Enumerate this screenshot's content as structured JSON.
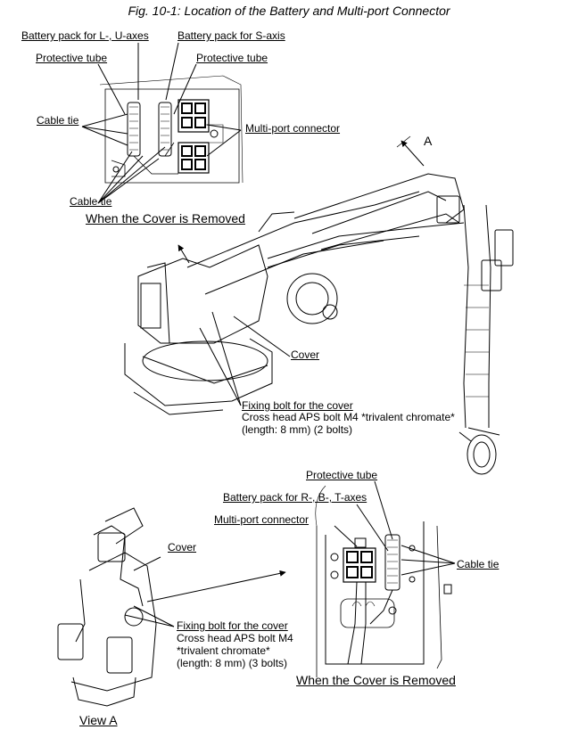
{
  "figure": {
    "title": "Fig. 10-1: Location of the Battery and Multi-port Connector"
  },
  "top_detail": {
    "battery_lu": "Battery pack for L-, U-axes",
    "battery_s": "Battery pack for S-axis",
    "tube_left": "Protective tube",
    "tube_right": "Protective tube",
    "cable_tie_upper": "Cable tie",
    "cable_tie_lower": "Cable tie",
    "multiport": "Multi-port connector",
    "caption": "When the Cover is Removed",
    "view_arrow": "A"
  },
  "main_robot": {
    "cover": "Cover",
    "bolt_title": "Fixing bolt for the cover",
    "bolt_line1": "Cross head APS bolt M4 *trivalent chromate*",
    "bolt_line2": "(length: 8 mm) (2 bolts)"
  },
  "view_a": {
    "cover": "Cover",
    "bolt_title": "Fixing bolt for the cover",
    "bolt_line1": "Cross head APS bolt M4",
    "bolt_line2": "*trivalent chromate*",
    "bolt_line3": "(length: 8 mm) (3 bolts)",
    "caption": "View A"
  },
  "bottom_detail": {
    "tube": "Protective tube",
    "battery_rbt": "Battery pack for R-, B-, T-axes",
    "multiport": "Multi-port connector",
    "cable_tie": "Cable tie",
    "caption": "When the Cover is Removed"
  }
}
